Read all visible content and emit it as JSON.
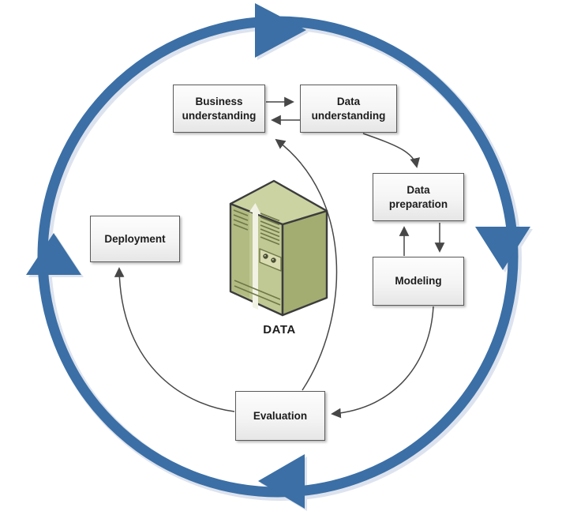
{
  "diagram": {
    "type": "process-cycle",
    "cycle": {
      "shape": "circular-arrow",
      "direction": "clockwise",
      "arrowhead_count": 4
    }
  },
  "nodes": [
    {
      "id": "business-understanding",
      "label": "Business understanding"
    },
    {
      "id": "data-understanding",
      "label": "Data understanding"
    },
    {
      "id": "data-preparation",
      "label": "Data preparation"
    },
    {
      "id": "modeling",
      "label": "Modeling"
    },
    {
      "id": "evaluation",
      "label": "Evaluation"
    },
    {
      "id": "deployment",
      "label": "Deployment"
    }
  ],
  "edges": [
    {
      "from": "business-understanding",
      "to": "data-understanding"
    },
    {
      "from": "data-understanding",
      "to": "business-understanding"
    },
    {
      "from": "data-understanding",
      "to": "data-preparation"
    },
    {
      "from": "data-preparation",
      "to": "modeling"
    },
    {
      "from": "modeling",
      "to": "data-preparation"
    },
    {
      "from": "modeling",
      "to": "evaluation"
    },
    {
      "from": "evaluation",
      "to": "business-understanding"
    },
    {
      "from": "evaluation",
      "to": "deployment"
    }
  ],
  "data_store": {
    "label": "DATA"
  },
  "colors": {
    "cycle_arrow": "#3b6fa6",
    "cycle_shadow": "#dde3ee",
    "connector": "#474747",
    "box_border": "#5a5a5a",
    "text": "#1c1c1c",
    "server_top": "#ccd3a2",
    "server_front": "#c0c893",
    "server_front_strip": "#b2bb82",
    "server_side": "#a3ad72",
    "server_detail": "#6e7847",
    "server_groove": "#f2f2e4",
    "server_outline": "#3c3c3c"
  }
}
